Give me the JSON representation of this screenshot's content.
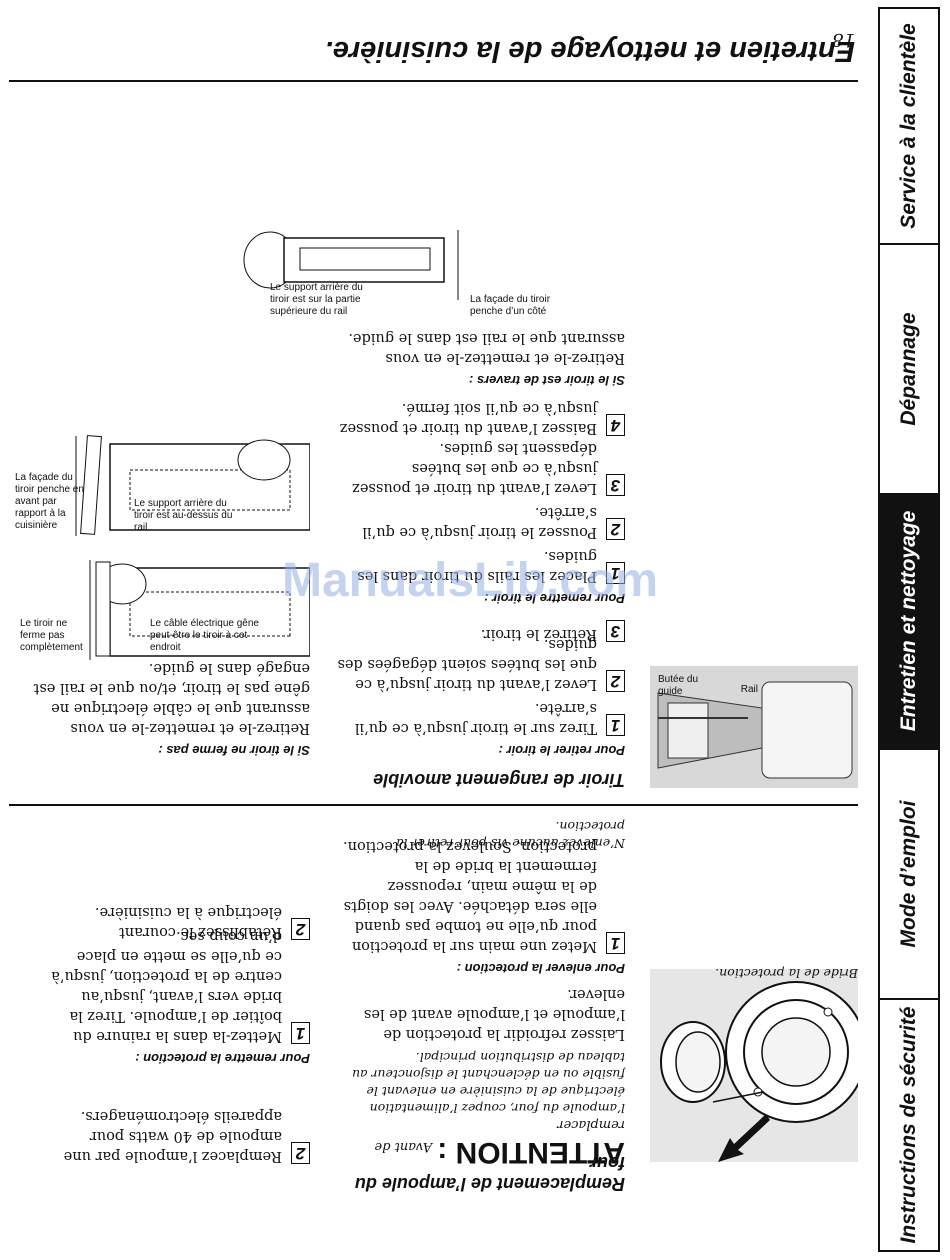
{
  "page_number": "18",
  "watermark": "ManualsLib.com",
  "title": "Entretien et nettoyage de la cuisinière.",
  "tabs": [
    {
      "label": "Instructions de sécurité",
      "active": false
    },
    {
      "label": "Mode d’emploi",
      "active": false
    },
    {
      "label": "Entretien et nettoyage",
      "active": true
    },
    {
      "label": "Dépannage",
      "active": false
    },
    {
      "label": "Service à la clientèle",
      "active": false
    }
  ],
  "bulb": {
    "title": "Remplacement de l’ampoule du four",
    "figure_caption": "Bride de la protection.",
    "attention_word": "ATTENTION :",
    "attention_lead": "Avant de remplacer",
    "attention_text": "l’ampoule du four, coupez l’alimentation électrique de la cuisinière en enlevant le fusible ou en déclenchant le disjoncteur au tableau de distribution principal.",
    "cool_text": "Laissez refroidir la protection de l’ampoule et l’ampoule avant de les enlever.",
    "remove_title": "Pour enlever la protection :",
    "remove_step1": "Metez une main sur la protection pour qu’elle ne tombe pas quand elle sera détachée. Avec les doigts de la même main, repoussez fermement la bride de la protection. Soulevez la protection.",
    "remove_note": "N’enlevez aucune vis pour retirer la protection.",
    "replace_step2": "Remplacez l’ampoule par une ampoule de 40 watts pour appareils électroménagers.",
    "reinstall_title": "Pour remettre la protection :",
    "reinstall_step1": "Mettez-la dans la rainure du boîtier de l’ampoule. Tirez la bride vers l’avant, jusqu’au centre de la protection, jusqu’à ce qu’elle se mette en place d’un coup sec.",
    "reinstall_step2": "Rétablissez le courant électrique à la cuisinière."
  },
  "drawer": {
    "title": "Tiroir de rangement amovible",
    "photo_labels": {
      "rail": "Rail",
      "stop": "Butée du guide"
    },
    "remove_title": "Pour retirer le tiroir :",
    "remove_steps": [
      "Tirez sur le tiroir jusqu’à ce qu’il s’arrête.",
      "Levez l’avant du tiroir jusqu’à ce que les butées soient dégagées des guides.",
      "Retirez le tiroir."
    ],
    "replace_title": "Pour remettre le tiroir :",
    "replace_steps": [
      "Placez les rails du tiroir dans les guides.",
      "Poussez le tiroir jusqu’à ce qu’il s’arrête.",
      "Levez l’avant du tiroir et poussez jusqu’à ce que les butées dépassent les guides.",
      "Baissez l’avant du tiroir et poussez jusqu’à ce qu’il soit fermé."
    ],
    "not_close_title": "Si le tiroir ne ferme pas :",
    "not_close_text": "Retirez-le et remettez-le en vous assurant que le câble électrique ne gêne pas le tiroir, et/ou que le rail est engagé dans le guide.",
    "crooked_title": "Si le tiroir est de travers :",
    "crooked_text": "Retirez-le et remettez-le en vous assurant que le rail est dans le guide.",
    "diagram1": {
      "left": "Le tiroir ne ferme pas complètement",
      "right": "Le câble électrique gêne peut-être le tiroir à cet endroit"
    },
    "diagram2": {
      "left": "La façade du tiroir penche en avant par rapport à la cuisinière",
      "right": "Le support arrière du tiroir est au-dessus du rail"
    },
    "diagram3": {
      "left": "La façade du tiroir penche d’un côté",
      "right": "Le support arrière du tiroir est sur la partie supérieure du rail"
    }
  }
}
